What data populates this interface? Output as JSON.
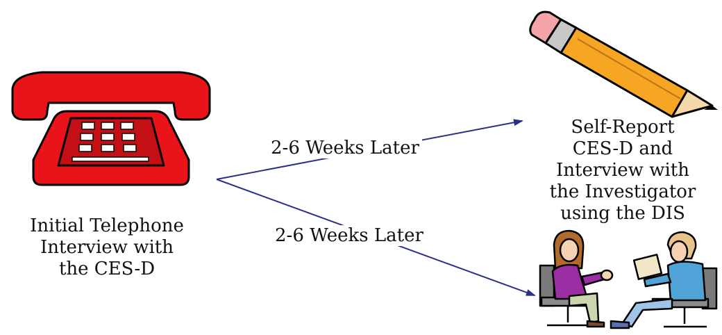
{
  "nodes": {
    "initial": {
      "lines": [
        "Initial Telephone",
        "Interview with",
        "the CES-D"
      ],
      "icon": "telephone-icon"
    },
    "self_report": {
      "lines": [
        "Self-Report",
        "CES-D and",
        "Interview with",
        "the Investigator",
        "using the DIS"
      ],
      "icon": "pencil-icon"
    },
    "interview": {
      "icon": "interview-people-icon"
    }
  },
  "edges": {
    "to_self_report": {
      "label": "2-6 Weeks Later"
    },
    "to_interview": {
      "label": "2-6 Weeks Later"
    }
  },
  "colors": {
    "arrow": "#2b2f86",
    "phone": "#e8141a",
    "pencil_body": "#f6a623",
    "eraser": "#f4a3a8"
  }
}
